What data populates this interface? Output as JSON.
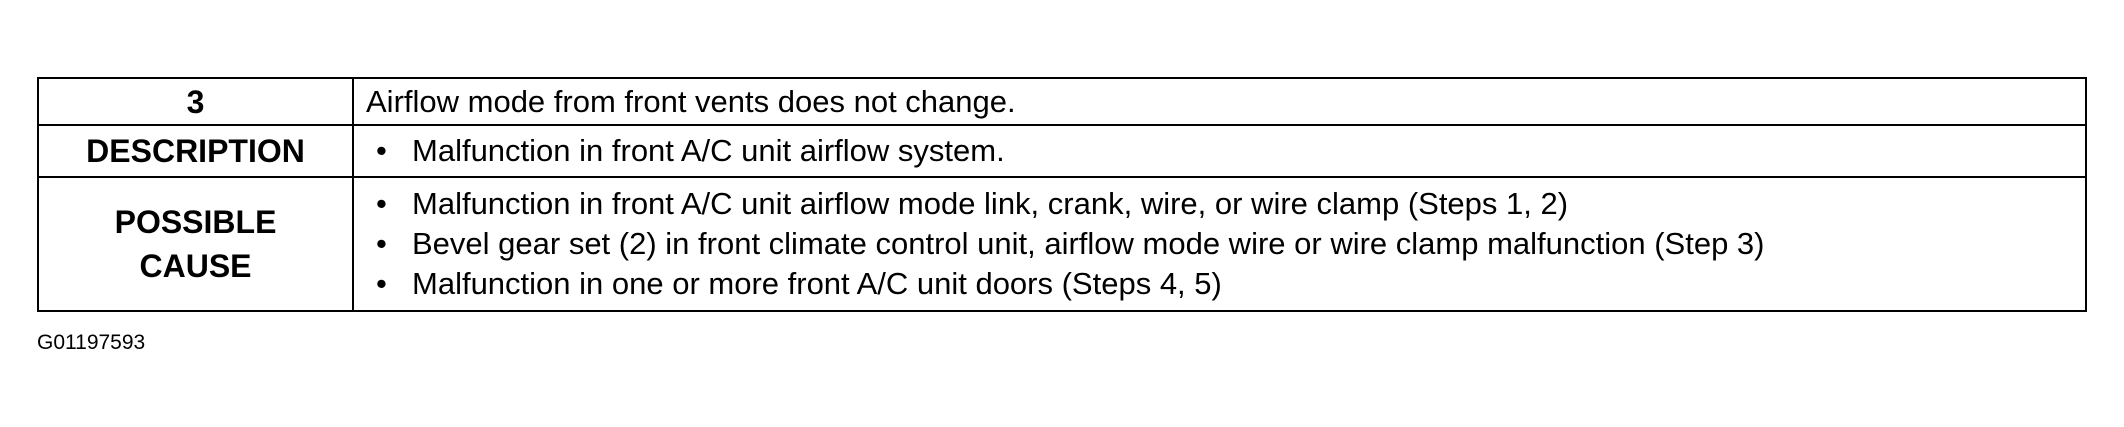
{
  "table": {
    "row_title": {
      "number": "3",
      "text": "Airflow mode from front vents does not change."
    },
    "row_description": {
      "label": "DESCRIPTION",
      "items": [
        "Malfunction in front A/C unit airflow system."
      ]
    },
    "row_possible_cause": {
      "label_line1": "POSSIBLE",
      "label_line2": "CAUSE",
      "items": [
        "Malfunction in front A/C unit airflow mode link, crank, wire, or wire clamp (Steps 1, 2)",
        "Bevel gear set (2) in front climate control unit, airflow mode wire or wire clamp malfunction (Step 3)",
        "Malfunction in one or more front A/C unit doors (Steps 4, 5)"
      ]
    },
    "bullet_symbol": "•"
  },
  "figure_id": "G01197593"
}
